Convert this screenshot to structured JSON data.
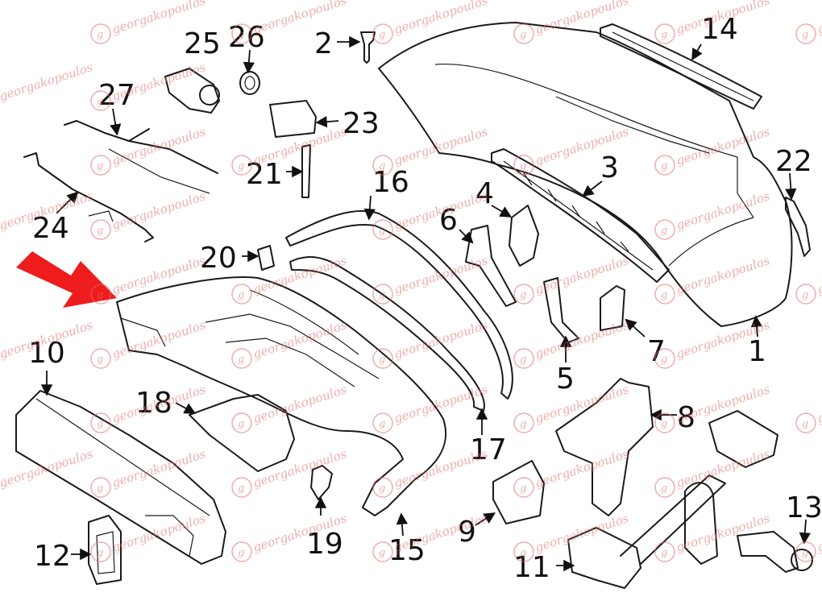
{
  "colors": {
    "background": "#ffffff",
    "line": "#1a1a1a",
    "watermark": "#e46a6a",
    "pointer_arrow": "#ee1c1c"
  },
  "watermark": {
    "text": "georgakopoulos",
    "icon": "g-logo-watermark-icon"
  },
  "pointer": {
    "icon": "red-pointer-arrow-icon",
    "target_part": "15"
  },
  "callouts": [
    "1",
    "2",
    "3",
    "4",
    "5",
    "6",
    "7",
    "8",
    "9",
    "10",
    "11",
    "12",
    "13",
    "14",
    "15",
    "16",
    "17",
    "18",
    "19",
    "20",
    "21",
    "22",
    "23",
    "24",
    "25",
    "26",
    "27"
  ]
}
